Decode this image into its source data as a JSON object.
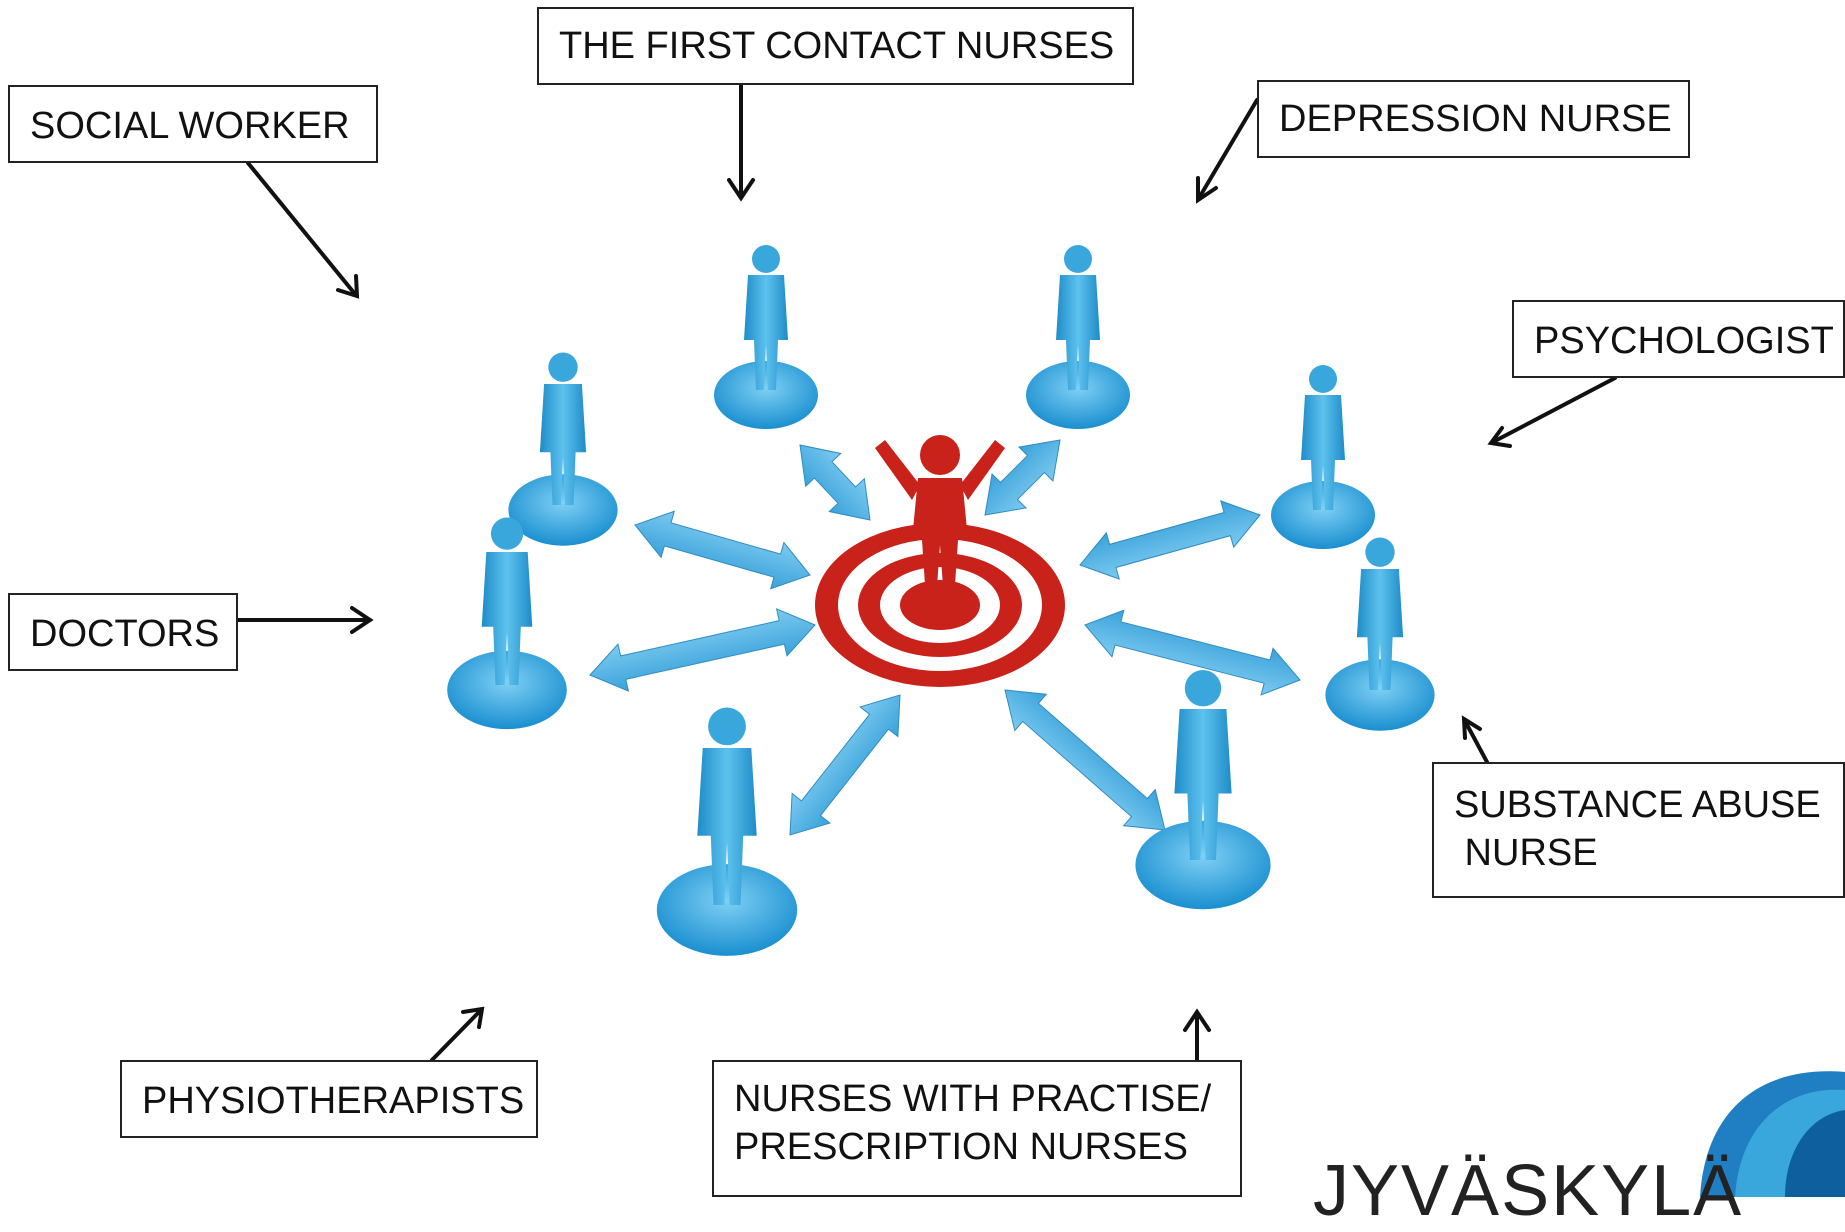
{
  "labels": {
    "first_contact": "THE FIRST CONTACT NURSES",
    "social_worker": "SOCIAL WORKER",
    "depression": "DEPRESSION NURSE",
    "psychologist": "PSYCHOLOGIST",
    "doctors": "DOCTORS",
    "substance_line1": "SUBSTANCE ABUSE",
    "substance_line2": " NURSE",
    "physiotherapists": "PHYSIOTHERAPISTS",
    "nurses_line1": "NURSES WITH PRACTISE/",
    "nurses_line2": "PRESCRIPTION NURSES"
  },
  "logo": {
    "text": "JYVÄSKYLÄ"
  },
  "colors": {
    "figure_blue": "#3aa7dc",
    "figure_blue_dark": "#1f86c0",
    "arrow_blue": "#5cb6e3",
    "center_red": "#c8221a",
    "target_white": "#ffffff"
  }
}
